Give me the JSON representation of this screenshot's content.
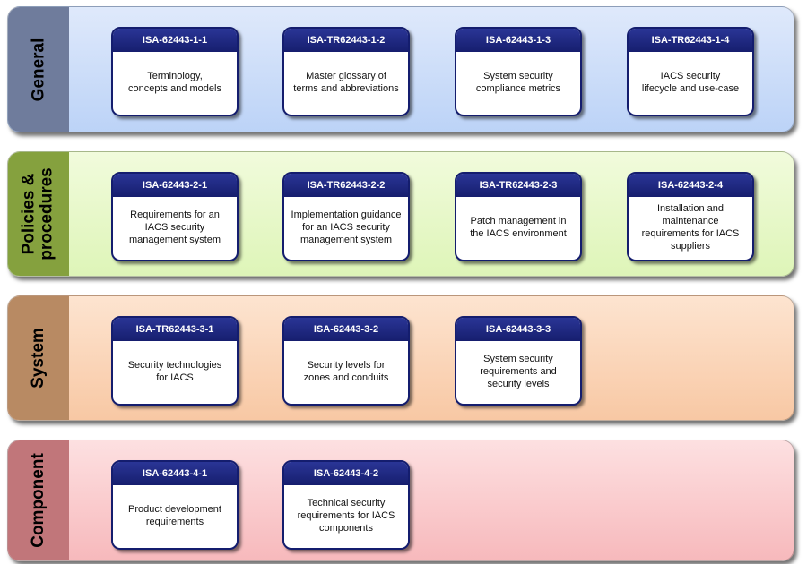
{
  "layers": [
    {
      "label": "General",
      "colors": {
        "label": "#6f7c9c",
        "band_top": "#dfe9fb",
        "band_bottom": "#bcd3f7"
      },
      "standards": [
        {
          "code": "ISA-62443-1-1",
          "title": "Terminology,\nconcepts and models"
        },
        {
          "code": "ISA-TR62443-1-2",
          "title": "Master glossary of\nterms and abbreviations"
        },
        {
          "code": "ISA-62443-1-3",
          "title": "System security\ncompliance metrics"
        },
        {
          "code": "ISA-TR62443-1-4",
          "title": "IACS security\nlifecycle and use-case"
        }
      ]
    },
    {
      "label": "Policies &\nprocedures",
      "colors": {
        "label": "#85a13e",
        "band_top": "#f1fbdc",
        "band_bottom": "#def5b8"
      },
      "standards": [
        {
          "code": "ISA-62443-2-1",
          "title": "Requirements for an\nIACS security\nmanagement system"
        },
        {
          "code": "ISA-TR62443-2-2",
          "title": "Implementation guidance\nfor an IACS security\nmanagement system"
        },
        {
          "code": "ISA-TR62443-2-3",
          "title": "Patch management in\nthe IACS environment"
        },
        {
          "code": "ISA-62443-2-4",
          "title": "Installation and\nmaintenance\nrequirements for IACS\nsuppliers"
        }
      ]
    },
    {
      "label": "System",
      "colors": {
        "label": "#b88a63",
        "band_top": "#fde4d0",
        "band_bottom": "#f8c8a4"
      },
      "standards": [
        {
          "code": "ISA-TR62443-3-1",
          "title": "Security technologies\nfor IACS"
        },
        {
          "code": "ISA-62443-3-2",
          "title": "Security levels for\nzones and conduits"
        },
        {
          "code": "ISA-62443-3-3",
          "title": "System security\nrequirements and\nsecurity levels"
        }
      ]
    },
    {
      "label": "Component",
      "colors": {
        "label": "#c1767a",
        "band_top": "#fde0e1",
        "band_bottom": "#f7b9bc"
      },
      "standards": [
        {
          "code": "ISA-62443-4-1",
          "title": "Product development\nrequirements"
        },
        {
          "code": "ISA-62443-4-2",
          "title": "Technical security\nrequirements for IACS\ncomponents"
        }
      ]
    }
  ]
}
